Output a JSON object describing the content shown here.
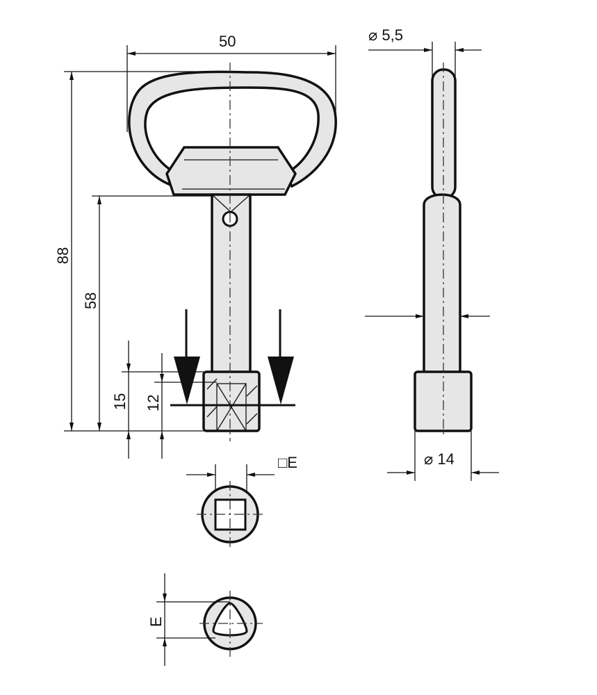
{
  "drawing": {
    "title": "Key technical drawing",
    "dimensions": {
      "handle_width": "50",
      "overall_length": "88",
      "shaft_length": "58",
      "tip_outer_length": "15",
      "tip_inner_length": "12",
      "square_size": "□E",
      "triangle_size": "E",
      "ring_diameter": "⌀ 5,5",
      "tip_diameter": "⌀ 14"
    }
  }
}
